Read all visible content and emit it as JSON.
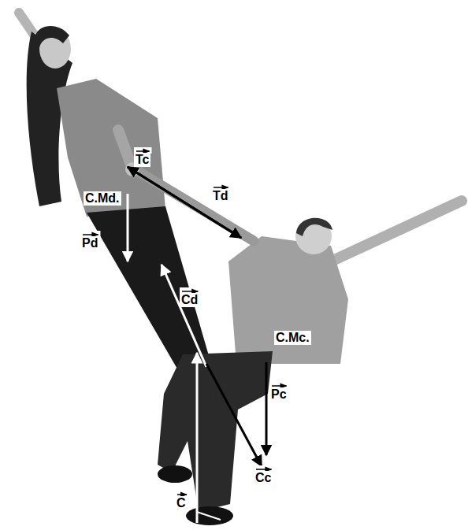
{
  "diagram": {
    "labels": [
      "Tc",
      "Td",
      "C.Md.",
      "Pd",
      "Cd",
      "C.Mc.",
      "Pc",
      "Cc",
      "C"
    ]
  }
}
